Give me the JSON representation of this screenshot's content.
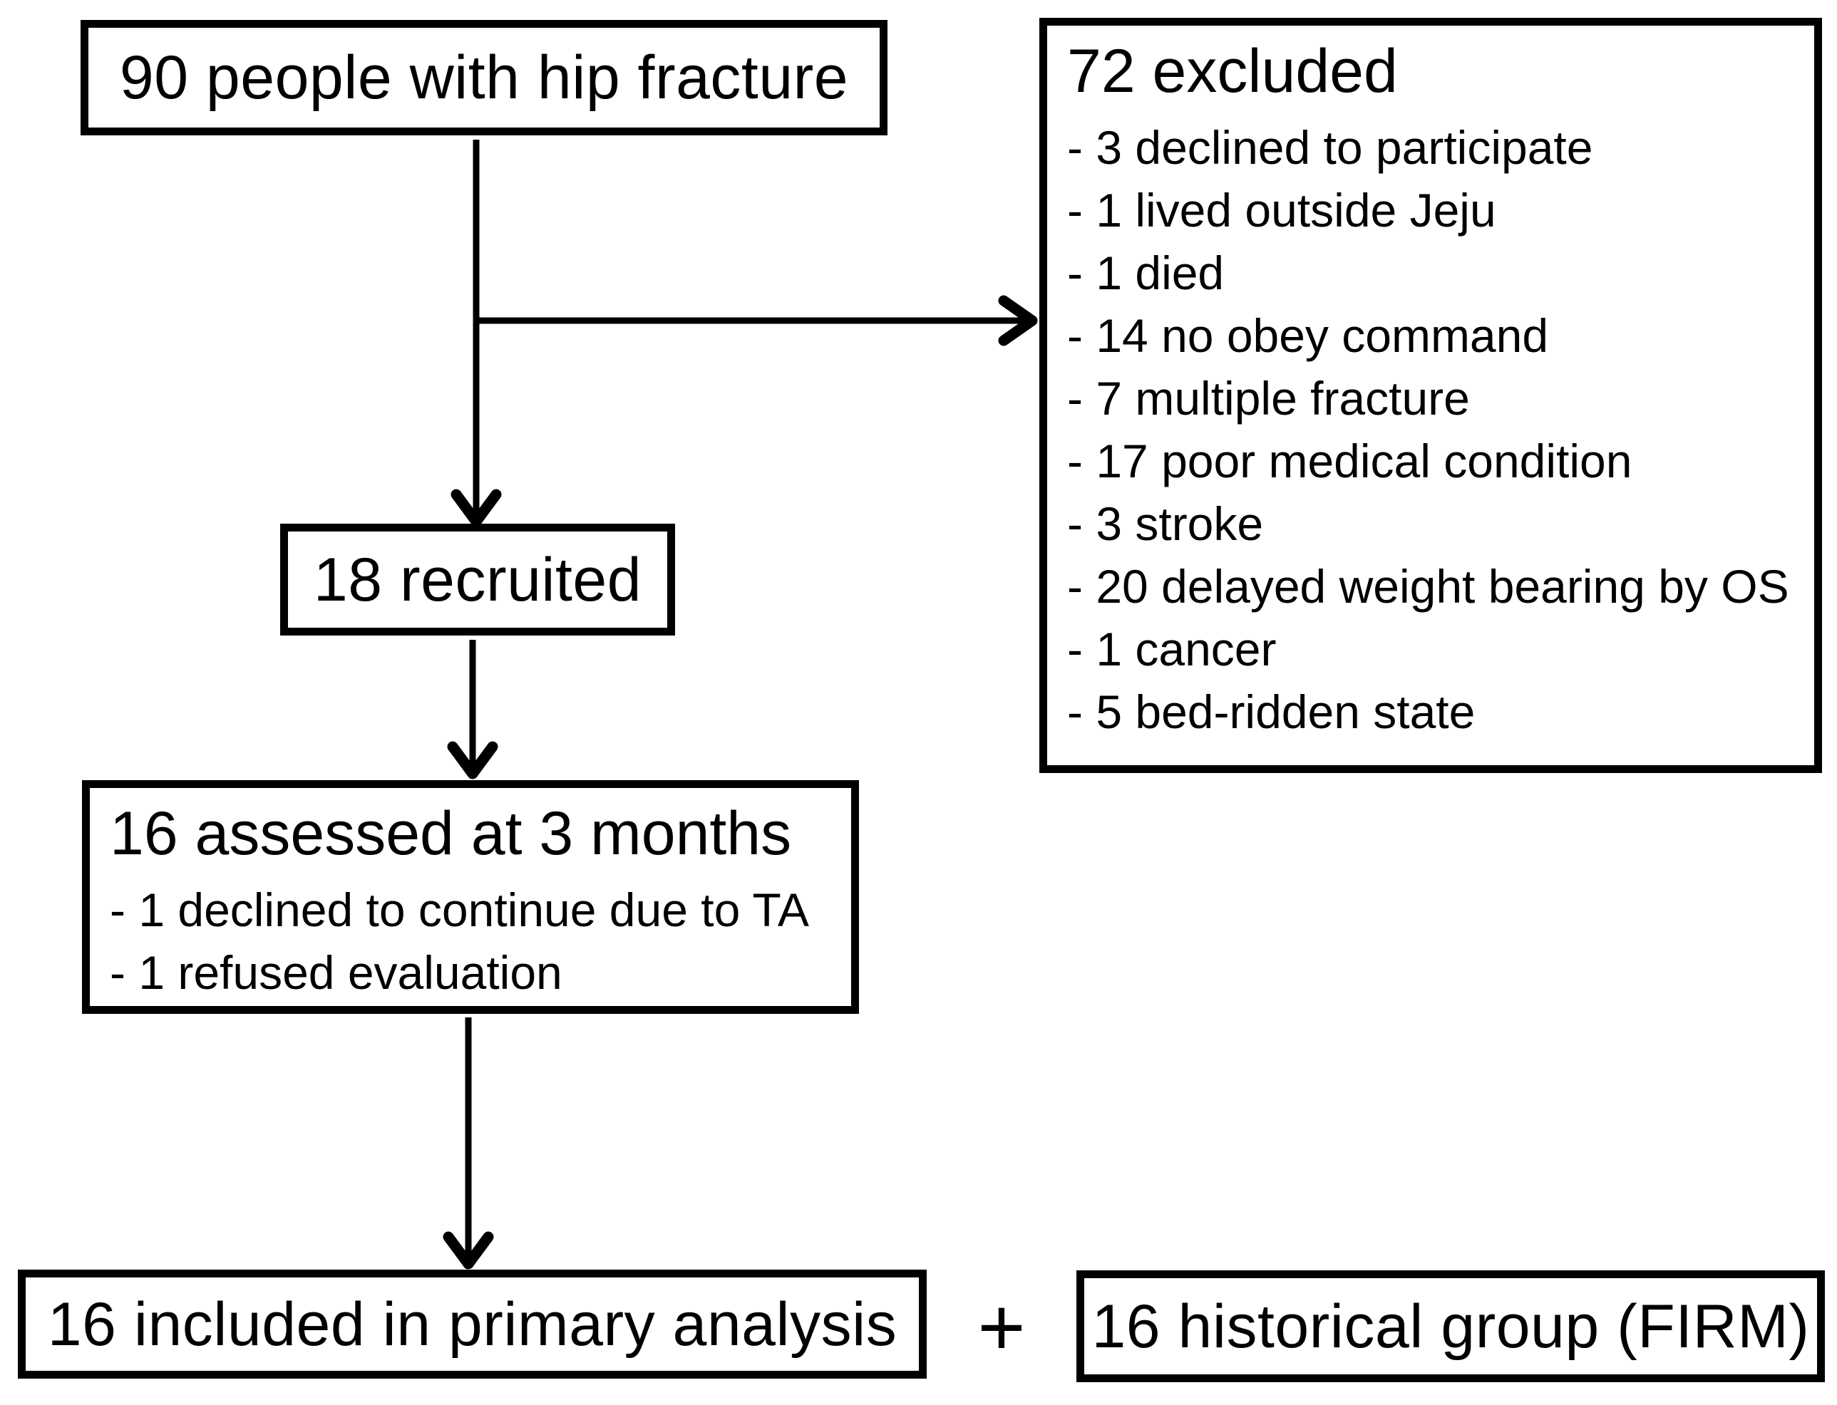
{
  "flow": {
    "enrolled": {
      "label": "90 people with hip fracture"
    },
    "excluded": {
      "title": "72 excluded",
      "items": [
        "- 3 declined to participate",
        "- 1 lived outside Jeju",
        "- 1 died",
        "- 14 no obey command",
        "- 7 multiple fracture",
        "- 17 poor medical condition",
        "- 3 stroke",
        "- 20 delayed weight bearing by OS",
        "- 1 cancer",
        "- 5 bed-ridden state"
      ]
    },
    "recruited": {
      "label": "18 recruited"
    },
    "assessed": {
      "title": "16 assessed at 3 months",
      "items": [
        "- 1 declined to continue due to TA",
        "- 1 refused evaluation"
      ]
    },
    "primary_analysis": {
      "label": "16 included in primary analysis"
    },
    "historical_group": {
      "label": "16 historical group (FIRM)"
    },
    "plus_operator": "+"
  },
  "colors": {
    "line": "#000000",
    "text": "#000000",
    "background": "#ffffff"
  }
}
